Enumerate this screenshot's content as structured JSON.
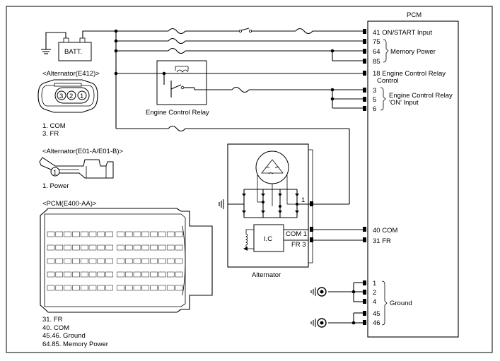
{
  "pcm": {
    "title": "PCM",
    "labels": {
      "on_start": "41 ON/START Input",
      "p75": "75",
      "p64": "64",
      "p85": "85",
      "memory_power": "Memory Power",
      "ecr_control_1": "18 Engine Control Relay",
      "ecr_control_2": "Control",
      "p3": "3",
      "p5": "5",
      "p6": "6",
      "ecr_on_1": "Engine Control Relay",
      "ecr_on_2": "'ON' Input",
      "com": "40 COM",
      "fr": "31 FR",
      "g1": "1",
      "g2": "2",
      "g4": "4",
      "g45": "45",
      "g46": "46",
      "ground": "Ground"
    }
  },
  "battery": {
    "label": "BATT."
  },
  "relay": {
    "label": "Engine Control Relay"
  },
  "alternator": {
    "label": "Alternator",
    "ic": "I.C",
    "com_pin": "COM 1",
    "fr_pin": "FR 3",
    "out_pin": "1"
  },
  "connector_e412": {
    "title": "<Alternator(E412)>",
    "pins": [
      "3",
      "2",
      "1"
    ],
    "legend": [
      "1. COM",
      "3. FR"
    ]
  },
  "connector_e01": {
    "title": "<Alternator(E01-A/E01-B)>",
    "pin": "1",
    "legend": [
      "1. Power"
    ]
  },
  "connector_pcm": {
    "title": "<PCM(E400-AA)>",
    "legend": [
      "31. FR",
      "40. COM",
      "45.46. Ground",
      "64.85. Memory Power"
    ]
  }
}
